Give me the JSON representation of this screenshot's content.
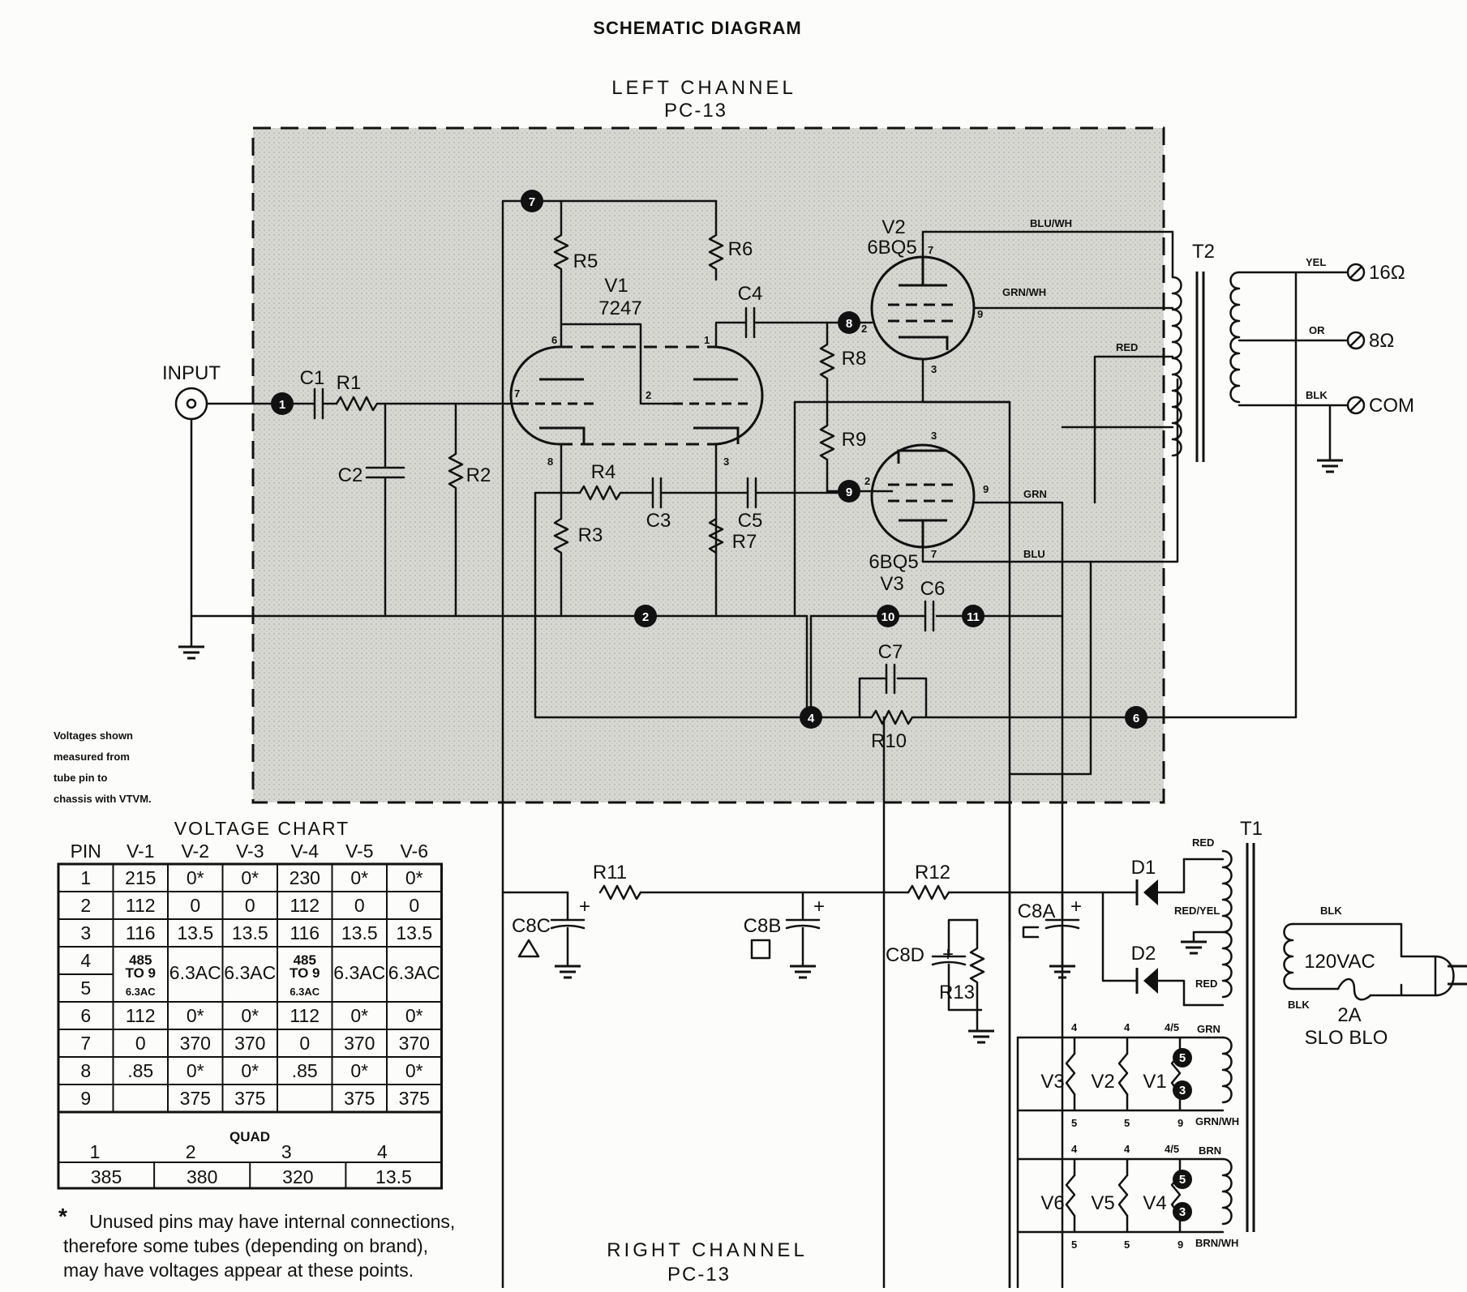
{
  "title": "SCHEMATIC DIAGRAM",
  "left_channel": {
    "name": "LEFT CHANNEL",
    "model": "PC-13"
  },
  "right_channel": {
    "name": "RIGHT CHANNEL",
    "model": "PC-13"
  },
  "input_label": "INPUT",
  "components": {
    "C1": "C1",
    "R1": "R1",
    "C2": "C2",
    "R2": "R2",
    "R3": "R3",
    "R4": "R4",
    "R5": "R5",
    "R6": "R6",
    "R7": "R7",
    "R8": "R8",
    "R9": "R9",
    "R10": "R10",
    "R11": "R11",
    "R12": "R12",
    "R13": "R13",
    "C3": "C3",
    "C4": "C4",
    "C5": "C5",
    "C6": "C6",
    "C7": "C7",
    "C8A": "C8A",
    "C8B": "C8B",
    "C8C": "C8C",
    "C8D": "C8D",
    "D1": "D1",
    "D2": "D2",
    "T1": "T1",
    "T2": "T2"
  },
  "tubes": {
    "V1": {
      "name": "V1",
      "type": "7247"
    },
    "V2": {
      "name": "V2",
      "type": "6BQ5"
    },
    "V3": {
      "name": "V3",
      "type": "6BQ5"
    }
  },
  "pins": {
    "v1_left_plate": "6",
    "v1_right_plate": "1",
    "v1_left_grid": "7",
    "v1_right_grid": "2",
    "v1_left_cathode": "8",
    "v1_right_cathode": "3",
    "v2_plate": "7",
    "v2_grid": "2",
    "v2_screen": "9",
    "v2_cathode": "3",
    "v3_cathode": "3",
    "v3_grid": "2",
    "v3_screen": "9",
    "v3_plate": "7"
  },
  "nodes": [
    "1",
    "2",
    "4",
    "6",
    "7",
    "8",
    "9",
    "10",
    "11"
  ],
  "wires": {
    "blu_wh": "BLU/WH",
    "grn_wh": "GRN/WH",
    "red": "RED",
    "grn": "GRN",
    "blu": "BLU",
    "yel": "YEL",
    "or": "OR",
    "blk": "BLK",
    "red_yel": "RED/YEL",
    "brn": "BRN",
    "grn_wh2": "GRN/WH",
    "brn_wh": "BRN/WH"
  },
  "outputs": [
    "16Ω",
    "8Ω",
    "COM"
  ],
  "power": {
    "mains": "120VAC",
    "fuse_rating": "2A",
    "fuse_type": "SLO BLO"
  },
  "heaters": {
    "group1": [
      "V3",
      "V2",
      "V1"
    ],
    "group2": [
      "V6",
      "V5",
      "V4"
    ],
    "pin_top": "4",
    "pin_tap": "4/5",
    "pin_bottom": "5",
    "pin_nine": "9",
    "lamp_a": "5",
    "lamp_b": "3"
  },
  "measurement_note": [
    "Voltages shown",
    "measured from",
    "tube pin to",
    "chassis with VTVM."
  ],
  "voltage_chart": {
    "title": "VOLTAGE CHART",
    "headers": [
      "PIN",
      "V-1",
      "V-2",
      "V-3",
      "V-4",
      "V-5",
      "V-6"
    ],
    "rows": [
      [
        "1",
        "215",
        "0*",
        "0*",
        "230",
        "0*",
        "0*"
      ],
      [
        "2",
        "112",
        "0",
        "0",
        "112",
        "0",
        "0"
      ],
      [
        "3",
        "116",
        "13.5",
        "13.5",
        "116",
        "13.5",
        "13.5"
      ],
      [
        "4",
        "485",
        "6.3AC",
        "6.3AC",
        "485",
        "6.3AC",
        "6.3AC"
      ],
      [
        "5",
        "TO 9",
        "",
        "",
        "TO 9",
        "",
        ""
      ],
      [
        "6",
        "112",
        "0*",
        "0*",
        "112",
        "0*",
        "0*"
      ],
      [
        "7",
        "0",
        "370",
        "370",
        "0",
        "370",
        "370"
      ],
      [
        "8",
        ".85",
        "0*",
        "0*",
        ".85",
        "0*",
        "0*"
      ],
      [
        "9",
        "",
        "375",
        "375",
        "",
        "375",
        "375"
      ]
    ],
    "v1_pin5_note": "6.3AC",
    "quad_title": "QUAD",
    "quad_headers": [
      "1",
      "2",
      "3",
      "4"
    ],
    "quad_values": [
      "385",
      "380",
      "320",
      "13.5"
    ]
  },
  "footnote": {
    "mark": "*",
    "lines": [
      "Unused pins may have internal connections,",
      "therefore some tubes (depending on brand),",
      "may have voltages appear at these points."
    ]
  }
}
